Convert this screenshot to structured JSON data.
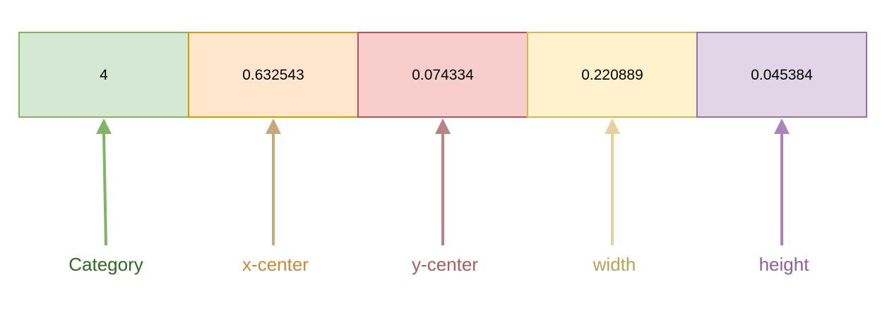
{
  "fields": [
    {
      "value": "4",
      "label": "Category",
      "fill": "#d5e8d4",
      "stroke": "#82b366",
      "arrow": "#82b366",
      "label_color": "#2d6a1f"
    },
    {
      "value": "0.632543",
      "label": "x-center",
      "fill": "#ffe6cc",
      "stroke": "#d79b00",
      "arrow": "#c8a97e",
      "label_color": "#c9893a"
    },
    {
      "value": "0.074334",
      "label": "y-center",
      "fill": "#f8cecc",
      "stroke": "#b85450",
      "arrow": "#b88380",
      "label_color": "#a85d5a"
    },
    {
      "value": "0.220889",
      "label": "width",
      "fill": "#fff2cc",
      "stroke": "#d6b656",
      "arrow": "#e3d29b",
      "label_color": "#b8a35a"
    },
    {
      "value": "0.045384",
      "label": "height",
      "fill": "#e1d5e7",
      "stroke": "#9673a6",
      "arrow": "#a784bb",
      "label_color": "#8e5fa3"
    }
  ]
}
